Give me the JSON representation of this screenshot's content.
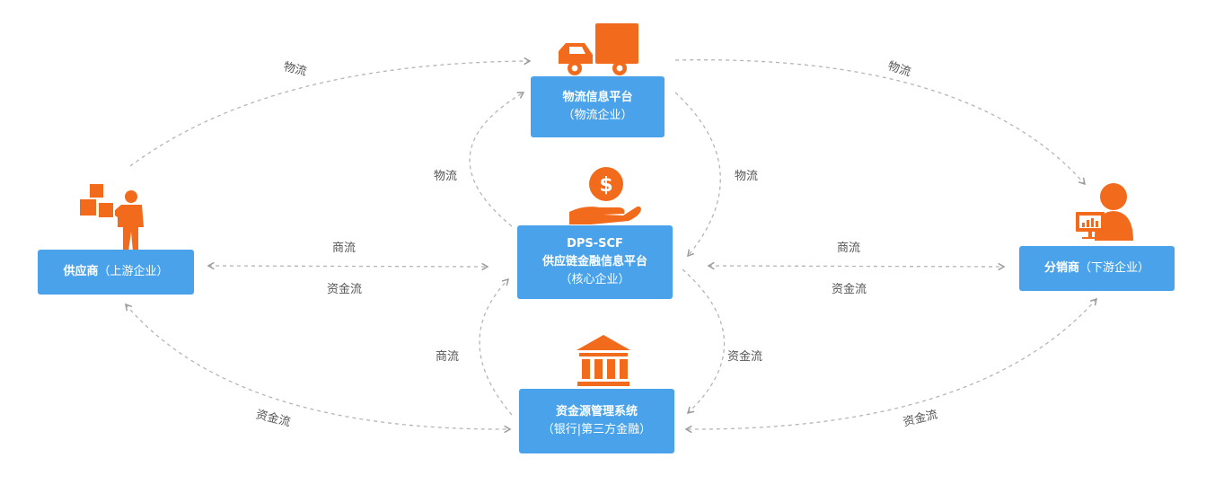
{
  "nodes": {
    "logistics": {
      "line1": "物流信息平台",
      "line2": "（物流企业）"
    },
    "core": {
      "line1": "DPS-SCF",
      "line2": "供应链金融信息平台",
      "line3": "（核心企业）"
    },
    "funding": {
      "line1": "资金源管理系统",
      "line2": "（银行|第三方金融）"
    },
    "supplier": {
      "name": "供应商",
      "note": "（上游企业）"
    },
    "distributor": {
      "name": "分销商",
      "note": "（下游企业）"
    }
  },
  "flows": {
    "supplier_to_logistics": "物流",
    "logistics_to_distributor": "物流",
    "core_to_logistics": "物流",
    "logistics_to_core": "物流",
    "supplier_core_commerce": "商流",
    "supplier_core_capital": "资金流",
    "core_distributor_commerce": "商流",
    "core_distributor_capital": "资金流",
    "funding_to_core_commerce": "商流",
    "core_to_funding_capital": "资金流",
    "supplier_funding_capital": "资金流",
    "distributor_funding_capital": "资金流"
  },
  "icons": {
    "truck": "truck-icon",
    "money_hand": "money-hand-icon",
    "bank": "bank-icon",
    "worker": "worker-with-boxes-icon",
    "analyst": "person-with-chart-icon"
  },
  "colors": {
    "node_fill": "#4aa3ea",
    "icon_orange": "#f26a1b",
    "arrow_gray": "#b5b5b5",
    "label_gray": "#555555"
  }
}
